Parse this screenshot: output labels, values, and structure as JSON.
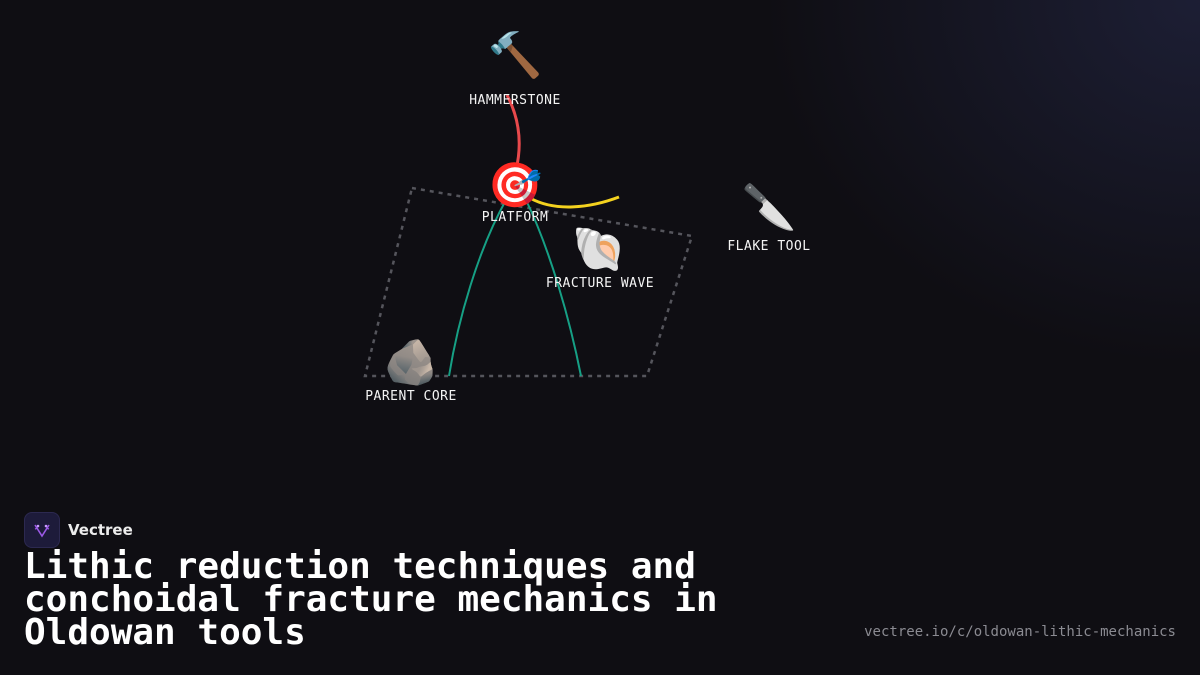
{
  "diagram": {
    "nodes": {
      "hammerstone": {
        "icon": "🔨",
        "icon_name": "hammer-icon",
        "label": "HAMMERSTONE"
      },
      "platform": {
        "icon": "🎯",
        "icon_name": "target-icon",
        "label": "PLATFORM"
      },
      "fracture_wave": {
        "icon": "🐚",
        "icon_name": "shell-icon",
        "label": "FRACTURE WAVE"
      },
      "flake_tool": {
        "icon": "🔪",
        "icon_name": "knife-icon",
        "label": "FLAKE TOOL"
      },
      "parent_core": {
        "icon": "🪨",
        "icon_name": "rock-icon",
        "label": "PARENT CORE"
      }
    },
    "colors": {
      "strike": "#e8494c",
      "ripple": "#f4d21f",
      "cone": "#16a085",
      "core_outline": "#55555c"
    }
  },
  "brand": {
    "name": "Vectree",
    "logo_color": "#9b59e6"
  },
  "title": "Lithic reduction techniques and conchoidal fracture mechanics in Oldowan tools",
  "url": "vectree.io/c/oldowan-lithic-mechanics"
}
